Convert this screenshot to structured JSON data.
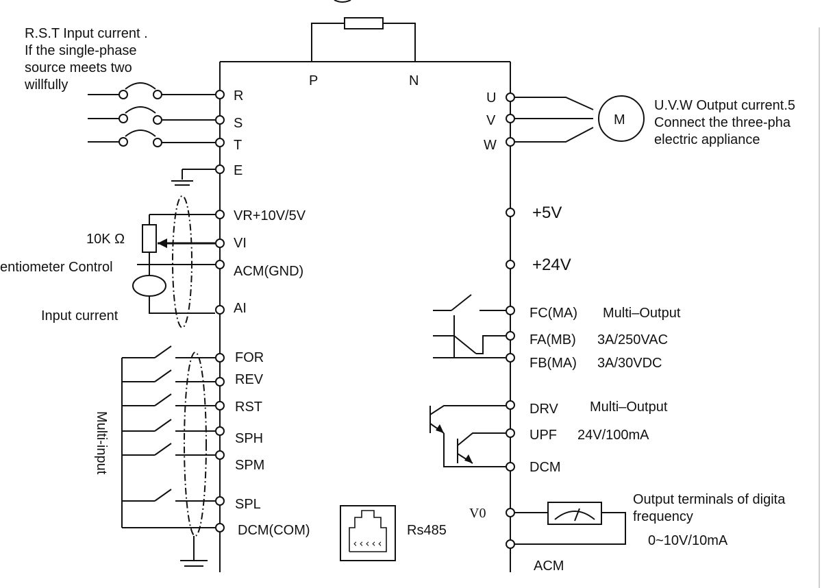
{
  "bus": {
    "p": "P",
    "n": "N"
  },
  "notes": {
    "rst_input": [
      "R.S.T Input current .",
      "If the single-phase",
      "source meets two",
      "willfully"
    ],
    "uvw_output": [
      "U.V.W Output current.5",
      "Connect the three-pha",
      "electric appliance"
    ],
    "potentiometer": "10K Ω",
    "potentiometer_control": "entiometer Control",
    "input_current": "Input current",
    "multi_input": "Multi-input",
    "digital_out": [
      "Output terminals of digita",
      "frequency",
      "0~10V/10mA"
    ]
  },
  "motor": {
    "label": "M"
  },
  "left_terminals": {
    "R": "R",
    "S": "S",
    "T": "T",
    "E": "E",
    "VR": "VR+10V/5V",
    "VI": "VI",
    "ACM": "ACM(GND)",
    "AI": "AI",
    "FOR": "FOR",
    "REV": "REV",
    "RST": "RST",
    "SPH": "SPH",
    "SPM": "SPM",
    "SPL": "SPL",
    "DCM_COM": "DCM(COM)"
  },
  "right_terminals": {
    "U": "U",
    "V": "V",
    "W": "W",
    "p5v": "+5V",
    "p24v": "+24V",
    "FC": "FC(MA)",
    "FC_desc": "Multi–Output",
    "FA": "FA(MB)",
    "FA_desc": "3A/250VAC",
    "FB": "FB(MA)",
    "FB_desc": "3A/30VDC",
    "DRV": "DRV",
    "DRV_desc": "Multi–Output",
    "UPF": "UPF",
    "UPF_desc": "24V/100mA",
    "DCM": "DCM",
    "V0": "V0",
    "ACM": "ACM"
  },
  "rs485": {
    "label": "Rs485"
  }
}
